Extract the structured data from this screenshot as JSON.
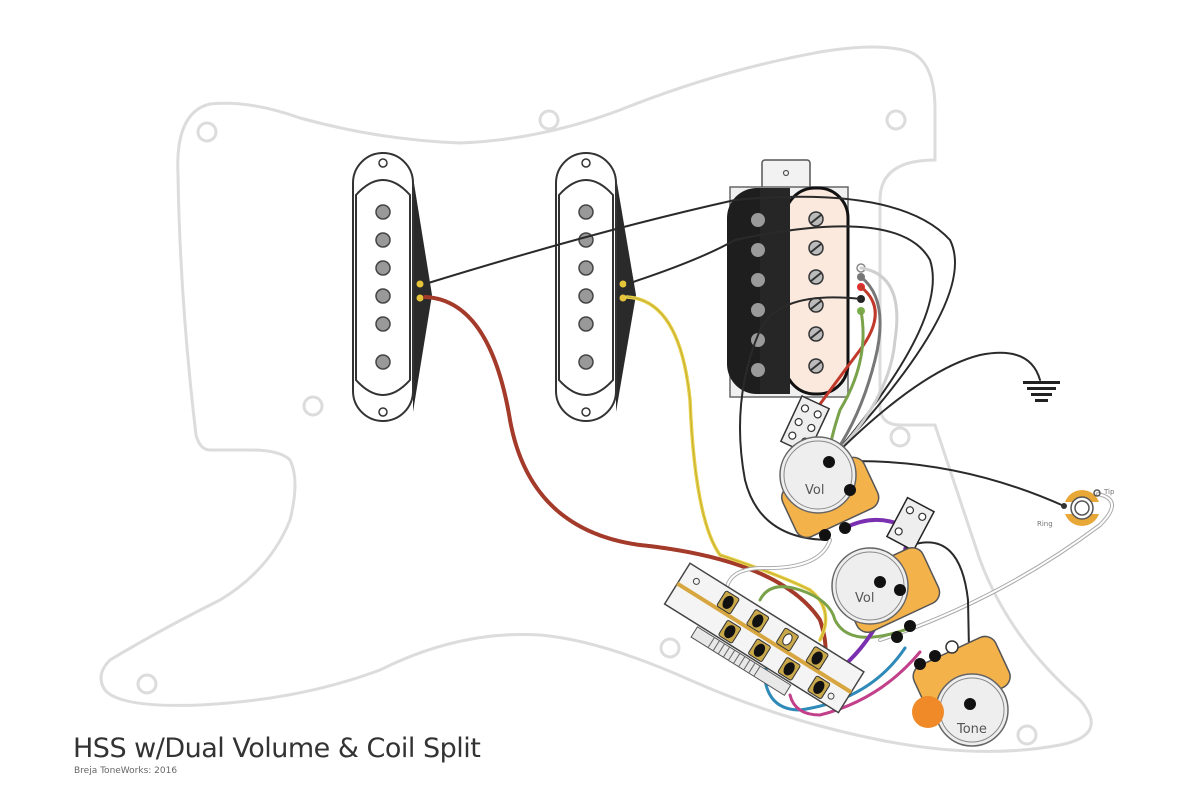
{
  "title": "HSS w/Dual Volume & Coil Split",
  "credit": "Breja ToneWorks: 2016",
  "components": {
    "pickups": [
      {
        "name": "Neck single-coil",
        "type": "single-coil",
        "lead_color": "red/brown"
      },
      {
        "name": "Middle single-coil",
        "type": "single-coil",
        "lead_color": "yellow"
      },
      {
        "name": "Bridge humbucker",
        "type": "humbucker",
        "lead_colors": [
          "white",
          "gray",
          "red",
          "black",
          "green"
        ]
      }
    ],
    "pots": [
      {
        "label": "Vol"
      },
      {
        "label": "Vol"
      },
      {
        "label": "Tone"
      }
    ],
    "switches": [
      "5-way blade selector",
      "DPDT mini toggle (coil split)",
      "DPDT mini toggle"
    ],
    "jack": {
      "ring_label": "Ring",
      "tip_label": "Tip"
    },
    "ground_symbol": "ground-icon",
    "capacitor": "tone-capacitor"
  },
  "colors": {
    "outline": "#d8d8d8",
    "pot_body": "#f4b24a",
    "neck_wire": "#a33a2a",
    "middle_wire": "#e8d04a",
    "green_wire": "#7aa24a",
    "purple_wire": "#7a2fb0",
    "blue_wire": "#2e8ab8",
    "magenta_wire": "#c2408a",
    "capacitor": "#f08a28",
    "humbucker_black": "#1e1e1e",
    "humbucker_cream": "#fbe9de"
  }
}
